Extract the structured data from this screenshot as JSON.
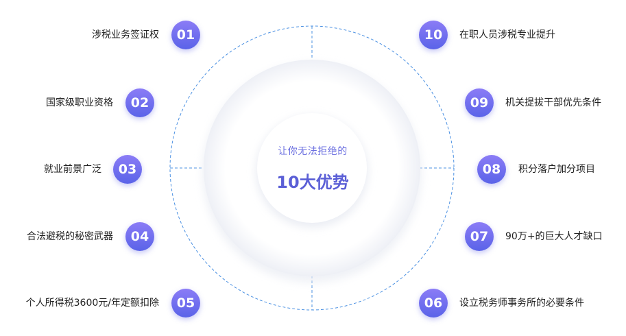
{
  "center": {
    "subtitle": "让你无法拒绝的",
    "title": "10大优势"
  },
  "colors": {
    "badge_top": "#8b7cf6",
    "badge_bottom": "#5a63e8",
    "accent_text": "#5b5fd6",
    "dash": "#4a90e2"
  },
  "items": [
    {
      "num": "01",
      "label": "涉税业务签证权"
    },
    {
      "num": "02",
      "label": "国家级职业资格"
    },
    {
      "num": "03",
      "label": "就业前景广泛"
    },
    {
      "num": "04",
      "label": "合法避税的秘密武器"
    },
    {
      "num": "05",
      "label": "个人所得税3600元/年定额扣除"
    },
    {
      "num": "06",
      "label": "设立税务师事务所的必要条件"
    },
    {
      "num": "07",
      "label": "90万+的巨大人才缺口"
    },
    {
      "num": "08",
      "label": "积分落户加分项目"
    },
    {
      "num": "09",
      "label": "机关提拔干部优先条件"
    },
    {
      "num": "10",
      "label": "在职人员涉税专业提升"
    }
  ]
}
